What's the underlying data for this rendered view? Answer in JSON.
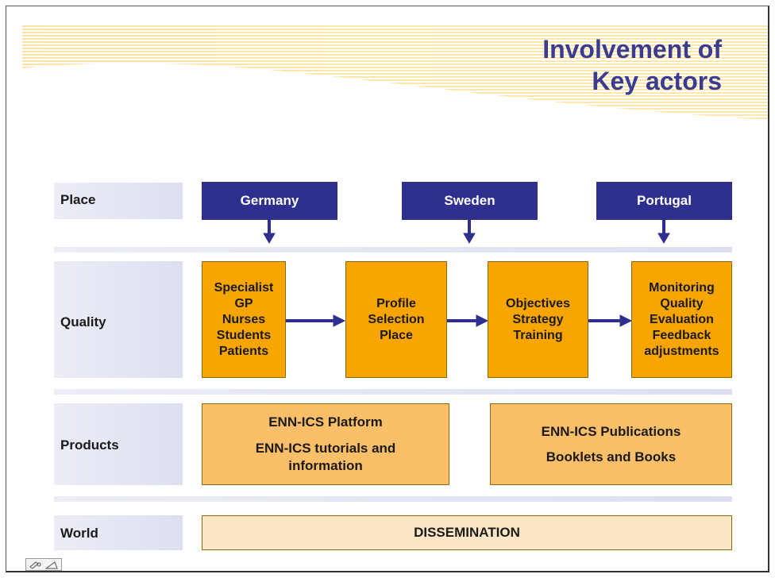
{
  "title": {
    "line1": "Involvement of",
    "line2": "Key actors"
  },
  "rows": {
    "place": "Place",
    "quality": "Quality",
    "products": "Products",
    "world": "World"
  },
  "places": [
    "Germany",
    "Sweden",
    "Portugal"
  ],
  "quality_boxes": [
    [
      "Specialist",
      "GP",
      "Nurses",
      "Students",
      "Patients"
    ],
    [
      "Profile",
      "Selection",
      "Place"
    ],
    [
      "Objectives",
      "Strategy",
      "Training"
    ],
    [
      "Monitoring",
      "Quality",
      "Evaluation",
      "Feedback",
      "adjustments"
    ]
  ],
  "products": {
    "left": [
      "ENN-ICS Platform",
      "ENN-ICS tutorials and information"
    ],
    "right": [
      "ENN-ICS Publications",
      "Booklets and Books"
    ]
  },
  "world": "DISSEMINATION",
  "colors": {
    "title": "#3b3c8f",
    "place_box": "#2e2f8f",
    "quality_box": "#f8a500",
    "product_box": "#fbbf6a",
    "world_box": "#fde6c3"
  }
}
